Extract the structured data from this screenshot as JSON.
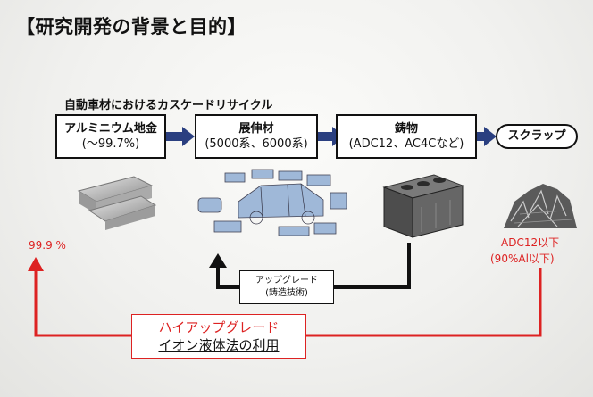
{
  "title": "【研究開発の背景と目的】",
  "subtitle": "自動車材におけるカスケードリサイクル",
  "stages": [
    {
      "line1": "アルミニウム地金",
      "line2": "(〜99.7%)"
    },
    {
      "line1": "展伸材",
      "line2": "(5000系、6000系)"
    },
    {
      "line1": "鋳物",
      "line2": "(ADC12、AC4Cなど)"
    }
  ],
  "scrap_label": "スクラップ",
  "purity_left": "99.9 %",
  "scrap_grade_line1": "ADC12以下",
  "scrap_grade_line2": "(90%Al以下)",
  "upgrade_box": {
    "line1": "アップグレード",
    "line2": "(鋳造技術)"
  },
  "hiup_box": {
    "line1": "ハイアップグレード",
    "line2": "イオン液体法の利用"
  },
  "colors": {
    "red": "#dd2222",
    "arrow": "#2a3f80",
    "black": "#111111"
  }
}
